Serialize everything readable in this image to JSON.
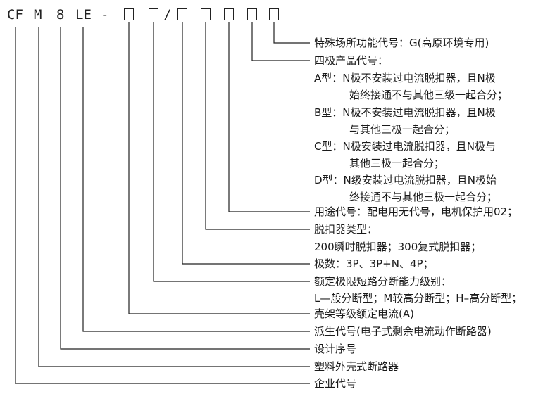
{
  "code": {
    "cf": "CF",
    "m": "M",
    "eight": "8",
    "le": "LE",
    "dash": "-",
    "slash": "/"
  },
  "items": {
    "special": "特殊场所功能代号：G(高原环境专用)",
    "four_pole": "四极产品代号：",
    "a_type": "A型：N极不安装过电流脱扣器，且N极",
    "a_type_cont": "始终接通不与其他三级一起合分；",
    "b_type": "B型：N极不安装过电流脱扣器，且N极",
    "b_type_cont": "与其他三极一起合分；",
    "c_type": "C型：N极安装过电流脱扣器，且N极与",
    "c_type_cont": "其他三极一起合分；",
    "d_type": "D型：N级安装过电流脱扣器，且N极始",
    "d_type_cont": "终接通不与其他三极一起合分；",
    "usage": "用途代号：配电用无代号，电机保护用02；",
    "release": "脱扣器类型：",
    "release_detail": "200瞬时脱扣器；300复式脱扣器；",
    "poles": "极数：3P、3P+N、4P；",
    "breaking": "额定极限短路分断能力级别：",
    "breaking_detail": "L—般分断型；M较高分断型；H–高分断型；",
    "frame": "壳架等级额定电流(A)",
    "derive": "派生代号(电子式剩余电流动作断路器)",
    "design": "设计序号",
    "plastic": "塑料外壳式断路器",
    "company": "企业代号"
  }
}
